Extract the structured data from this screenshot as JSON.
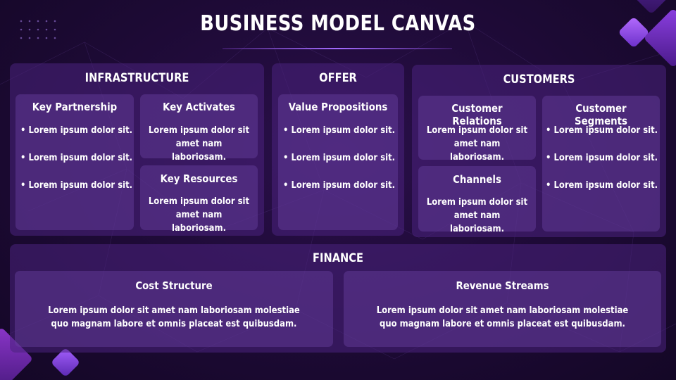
{
  "title": "BUSINESS MODEL CANVAS",
  "sections": {
    "infrastructure": "INFRASTRUCTURE",
    "offer": "OFFER",
    "customers": "CUSTOMERS",
    "finance": "FINANCE"
  },
  "cards": {
    "key_partnership": {
      "title": "Key Partnership",
      "items": [
        "• Lorem ipsum dolor sit.",
        "• Lorem ipsum dolor sit.",
        "• Lorem ipsum dolor sit."
      ]
    },
    "key_activates": {
      "title": "Key Activates",
      "text": [
        "Lorem ipsum dolor sit",
        "amet nam laboriosam."
      ]
    },
    "key_resources": {
      "title": "Key Resources",
      "text": [
        "Lorem ipsum dolor sit",
        "amet nam laboriosam."
      ]
    },
    "value_propositions": {
      "title": "Value Propositions",
      "items": [
        "• Lorem ipsum dolor sit.",
        "• Lorem ipsum dolor sit.",
        "• Lorem ipsum dolor sit."
      ]
    },
    "customer_relations": {
      "title": "Customer Relations",
      "text": [
        "Lorem ipsum dolor sit",
        "amet nam laboriosam."
      ]
    },
    "channels": {
      "title": "Channels",
      "text": [
        "Lorem ipsum dolor sit",
        "amet nam laboriosam."
      ]
    },
    "customer_segments": {
      "title": "Customer Segments",
      "items": [
        "• Lorem ipsum dolor sit.",
        "• Lorem ipsum dolor sit.",
        "• Lorem ipsum dolor sit."
      ]
    },
    "cost_structure": {
      "title": "Cost Structure",
      "text": [
        "Lorem ipsum dolor sit amet nam laboriosam molestiae",
        "quo magnam labore et omnis placeat est quibusdam."
      ]
    },
    "revenue_streams": {
      "title": "Revenue Streams",
      "text": [
        "Lorem ipsum dolor sit amet nam laboriosam molestiae",
        "quo magnam labore et omnis placeat est quibusdam."
      ]
    }
  },
  "colors": {
    "background": "#1d0a35",
    "accent": "#a36bff",
    "panel": "#4b237d",
    "card": "#6941a0"
  }
}
